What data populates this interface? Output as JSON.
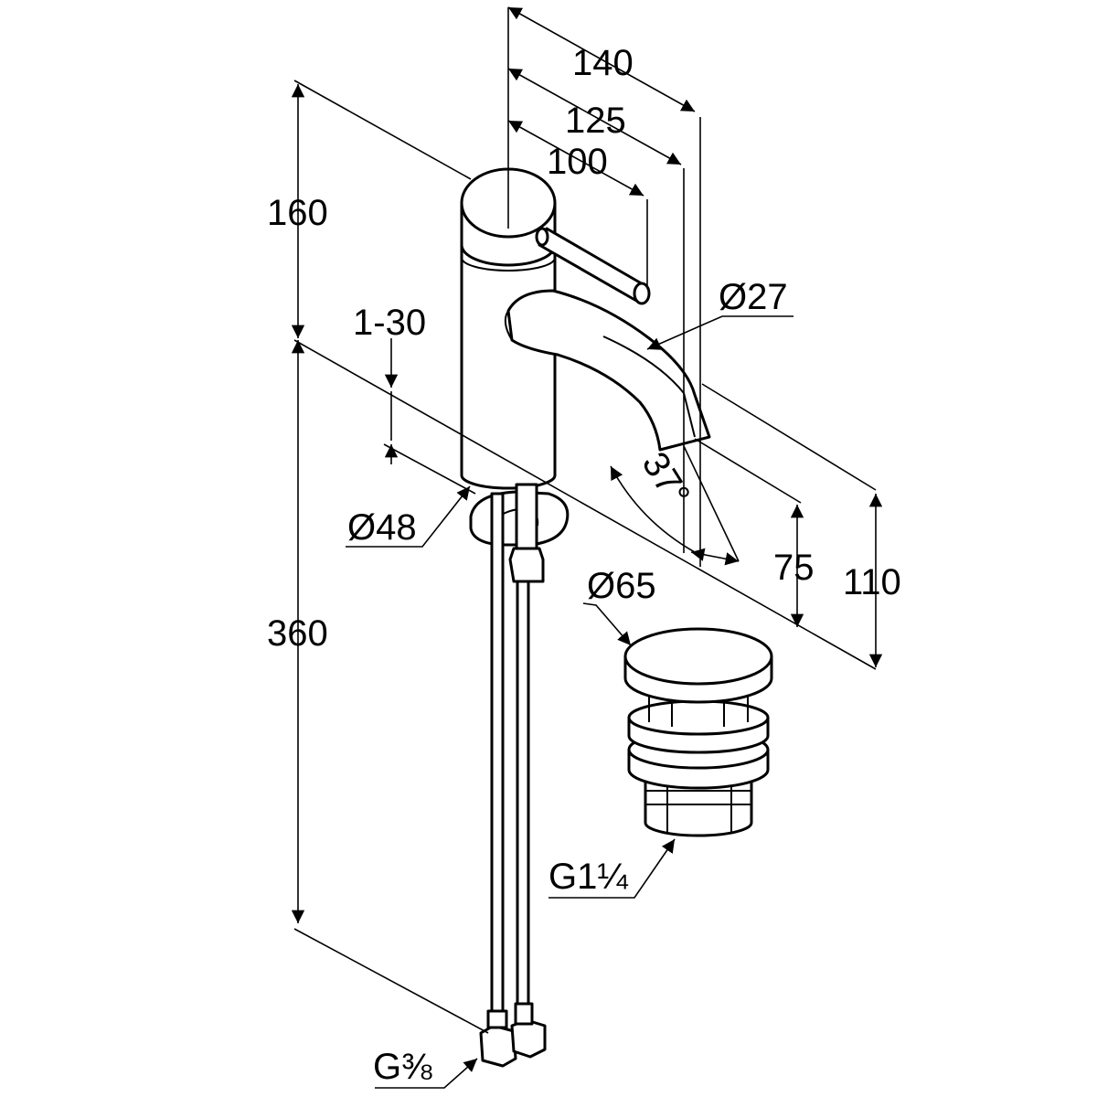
{
  "dimensions": {
    "reach_total": "140",
    "reach_spout": "125",
    "reach_lever": "100",
    "body_height": "160",
    "deck_thickness": "1-30",
    "spout_diameter": "Ø27",
    "base_diameter": "Ø48",
    "spout_angle": "37°",
    "spout_clearance": "75",
    "spout_height": "110",
    "total_height": "360",
    "waste_diameter": "Ø65",
    "waste_thread": "G1¼",
    "hose_thread": "G⅜"
  }
}
